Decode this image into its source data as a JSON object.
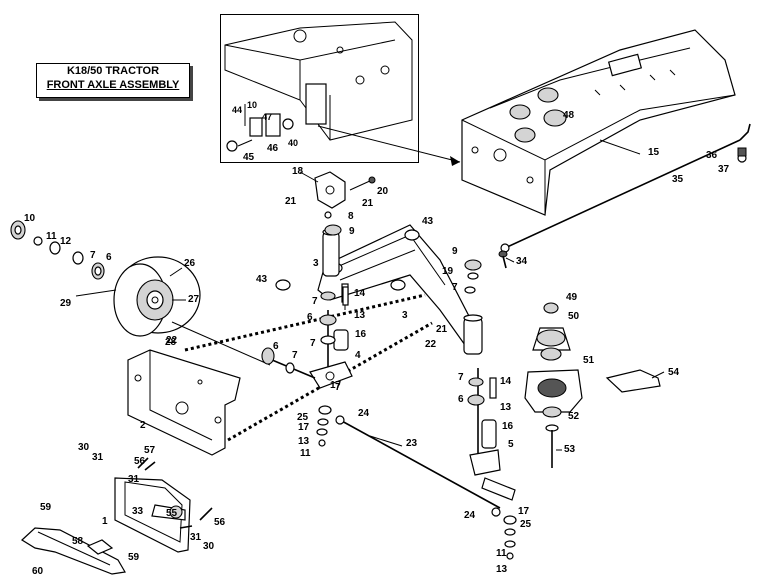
{
  "title": {
    "line1": "K18/50 TRACTOR",
    "line2": "FRONT AXLE ASSEMBLY"
  },
  "part_labels": [
    "1",
    "2",
    "3",
    "3",
    "4",
    "5",
    "6",
    "6",
    "6",
    "6",
    "7",
    "7",
    "7",
    "7",
    "7",
    "7",
    "7",
    "8",
    "9",
    "9",
    "10",
    "10",
    "11",
    "11",
    "11",
    "12",
    "13",
    "13",
    "13",
    "13",
    "14",
    "14",
    "15",
    "16",
    "16",
    "17",
    "17",
    "17",
    "18",
    "19",
    "20",
    "21",
    "21",
    "21",
    "22",
    "22",
    "23",
    "24",
    "24",
    "25",
    "25",
    "26",
    "27",
    "28",
    "29",
    "30",
    "30",
    "31",
    "31",
    "31",
    "33",
    "34",
    "35",
    "36",
    "37",
    "40",
    "43",
    "43",
    "44",
    "45",
    "46",
    "47",
    "48",
    "49",
    "50",
    "51",
    "52",
    "53",
    "54",
    "55",
    "56",
    "56",
    "57",
    "58",
    "59",
    "59",
    "60"
  ]
}
